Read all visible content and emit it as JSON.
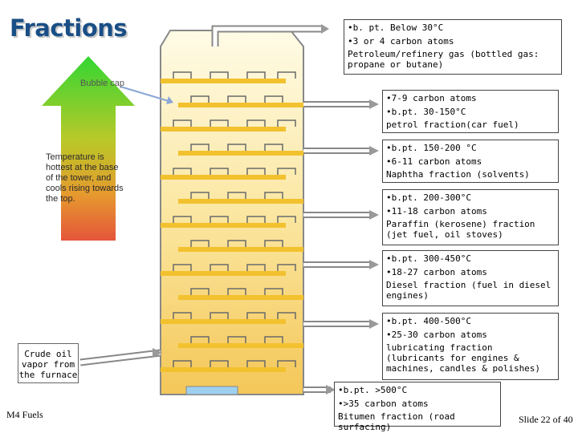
{
  "title": "Fractions",
  "bubble_cap_label": "Bubble cap",
  "temperature_note": "Temperature is hottest at the base of the tower, and cools rising towards the top.",
  "crude_label": "Crude oil vapor from the furnace",
  "footer_left": "M4 Fuels",
  "slide_number": "Slide 22 of 40",
  "fractions": [
    {
      "bullets": [
        "b. pt. Below 30°C",
        "3 or 4 carbon atoms"
      ],
      "desc": "Petroleum/refinery gas (bottled gas: propane or butane)"
    },
    {
      "bullets": [
        "7-9 carbon atoms",
        "b.pt. 30-150°C"
      ],
      "desc": "petrol fraction(car fuel)"
    },
    {
      "bullets": [
        "b.pt. 150-200 °C",
        "6-11 carbon atoms"
      ],
      "desc": "Naphtha fraction (solvents)"
    },
    {
      "bullets": [
        "b.pt. 200-300°C",
        "11-18 carbon atoms"
      ],
      "desc": "Paraffin (kerosene) fraction (jet fuel, oil stoves)"
    },
    {
      "bullets": [
        "b.pt. 300-450°C",
        "18-27 carbon atoms"
      ],
      "desc": "Diesel fraction (fuel in diesel engines)"
    },
    {
      "bullets": [
        "b.pt. 400-500°C",
        "25-30 carbon atoms"
      ],
      "desc": "lubricating fraction (lubricants for engines & machines, candles & polishes)"
    },
    {
      "bullets": [
        "b.pt. >500°C",
        ">35 carbon atoms"
      ],
      "desc": "Bitumen fraction (road surfacing)"
    }
  ],
  "colors": {
    "title": "#1a4f86",
    "tower_top": "#fffbe0",
    "tower_bottom": "#f5c95a",
    "arrow_top": "#3cd23a",
    "arrow_bottom": "#e8643a",
    "pipe": "#ffffff",
    "tray": "#f2c12e"
  }
}
